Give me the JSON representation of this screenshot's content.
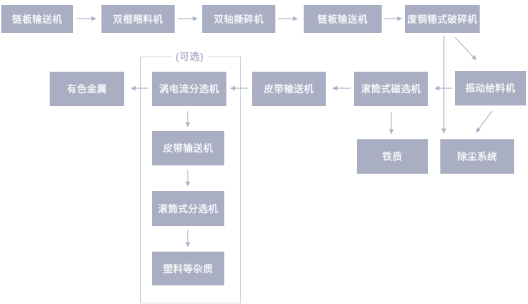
{
  "diagram": {
    "optional_label": "(可选)",
    "colors": {
      "node_fill": "#a9aec3",
      "node_text": "#f4f5f8",
      "arrow": "#adb2c9",
      "optional_border": "#cdd0dd",
      "optional_label": "#b2b6cb",
      "background": "#ffffff"
    },
    "nodes": {
      "chain_conveyor_1": "链板输送机",
      "double_roller_feeder": "双棍喂料机",
      "double_shaft_shredder": "双轴撕碎机",
      "chain_conveyor_2": "链板输送机",
      "scrap_hammer_crusher": "废钢锤式破碎机",
      "nonferrous_metal": "有色金属",
      "eddy_current_separator": "涡电流分选机",
      "belt_conveyor_main": "皮带输送机",
      "drum_magnetic_separator": "滚筒式磁选机",
      "vibrating_feeder": "振动给料机",
      "iron": "铁质",
      "dust_removal_system": "除尘系统",
      "belt_conveyor_optional": "皮带输送机",
      "drum_separator": "滚筒式分选机",
      "plastic_impurities": "塑料等杂质"
    },
    "edges": [
      {
        "from": "chain_conveyor_1",
        "to": "double_roller_feeder"
      },
      {
        "from": "double_roller_feeder",
        "to": "double_shaft_shredder"
      },
      {
        "from": "double_shaft_shredder",
        "to": "chain_conveyor_2"
      },
      {
        "from": "chain_conveyor_2",
        "to": "scrap_hammer_crusher"
      },
      {
        "from": "scrap_hammer_crusher",
        "to": "vibrating_feeder"
      },
      {
        "from": "scrap_hammer_crusher",
        "to": "dust_removal_system"
      },
      {
        "from": "vibrating_feeder",
        "to": "drum_magnetic_separator"
      },
      {
        "from": "vibrating_feeder",
        "to": "dust_removal_system"
      },
      {
        "from": "drum_magnetic_separator",
        "to": "belt_conveyor_main"
      },
      {
        "from": "drum_magnetic_separator",
        "to": "iron"
      },
      {
        "from": "belt_conveyor_main",
        "to": "eddy_current_separator"
      },
      {
        "from": "eddy_current_separator",
        "to": "nonferrous_metal"
      },
      {
        "from": "eddy_current_separator",
        "to": "belt_conveyor_optional"
      },
      {
        "from": "belt_conveyor_optional",
        "to": "drum_separator"
      },
      {
        "from": "drum_separator",
        "to": "plastic_impurities"
      }
    ]
  }
}
